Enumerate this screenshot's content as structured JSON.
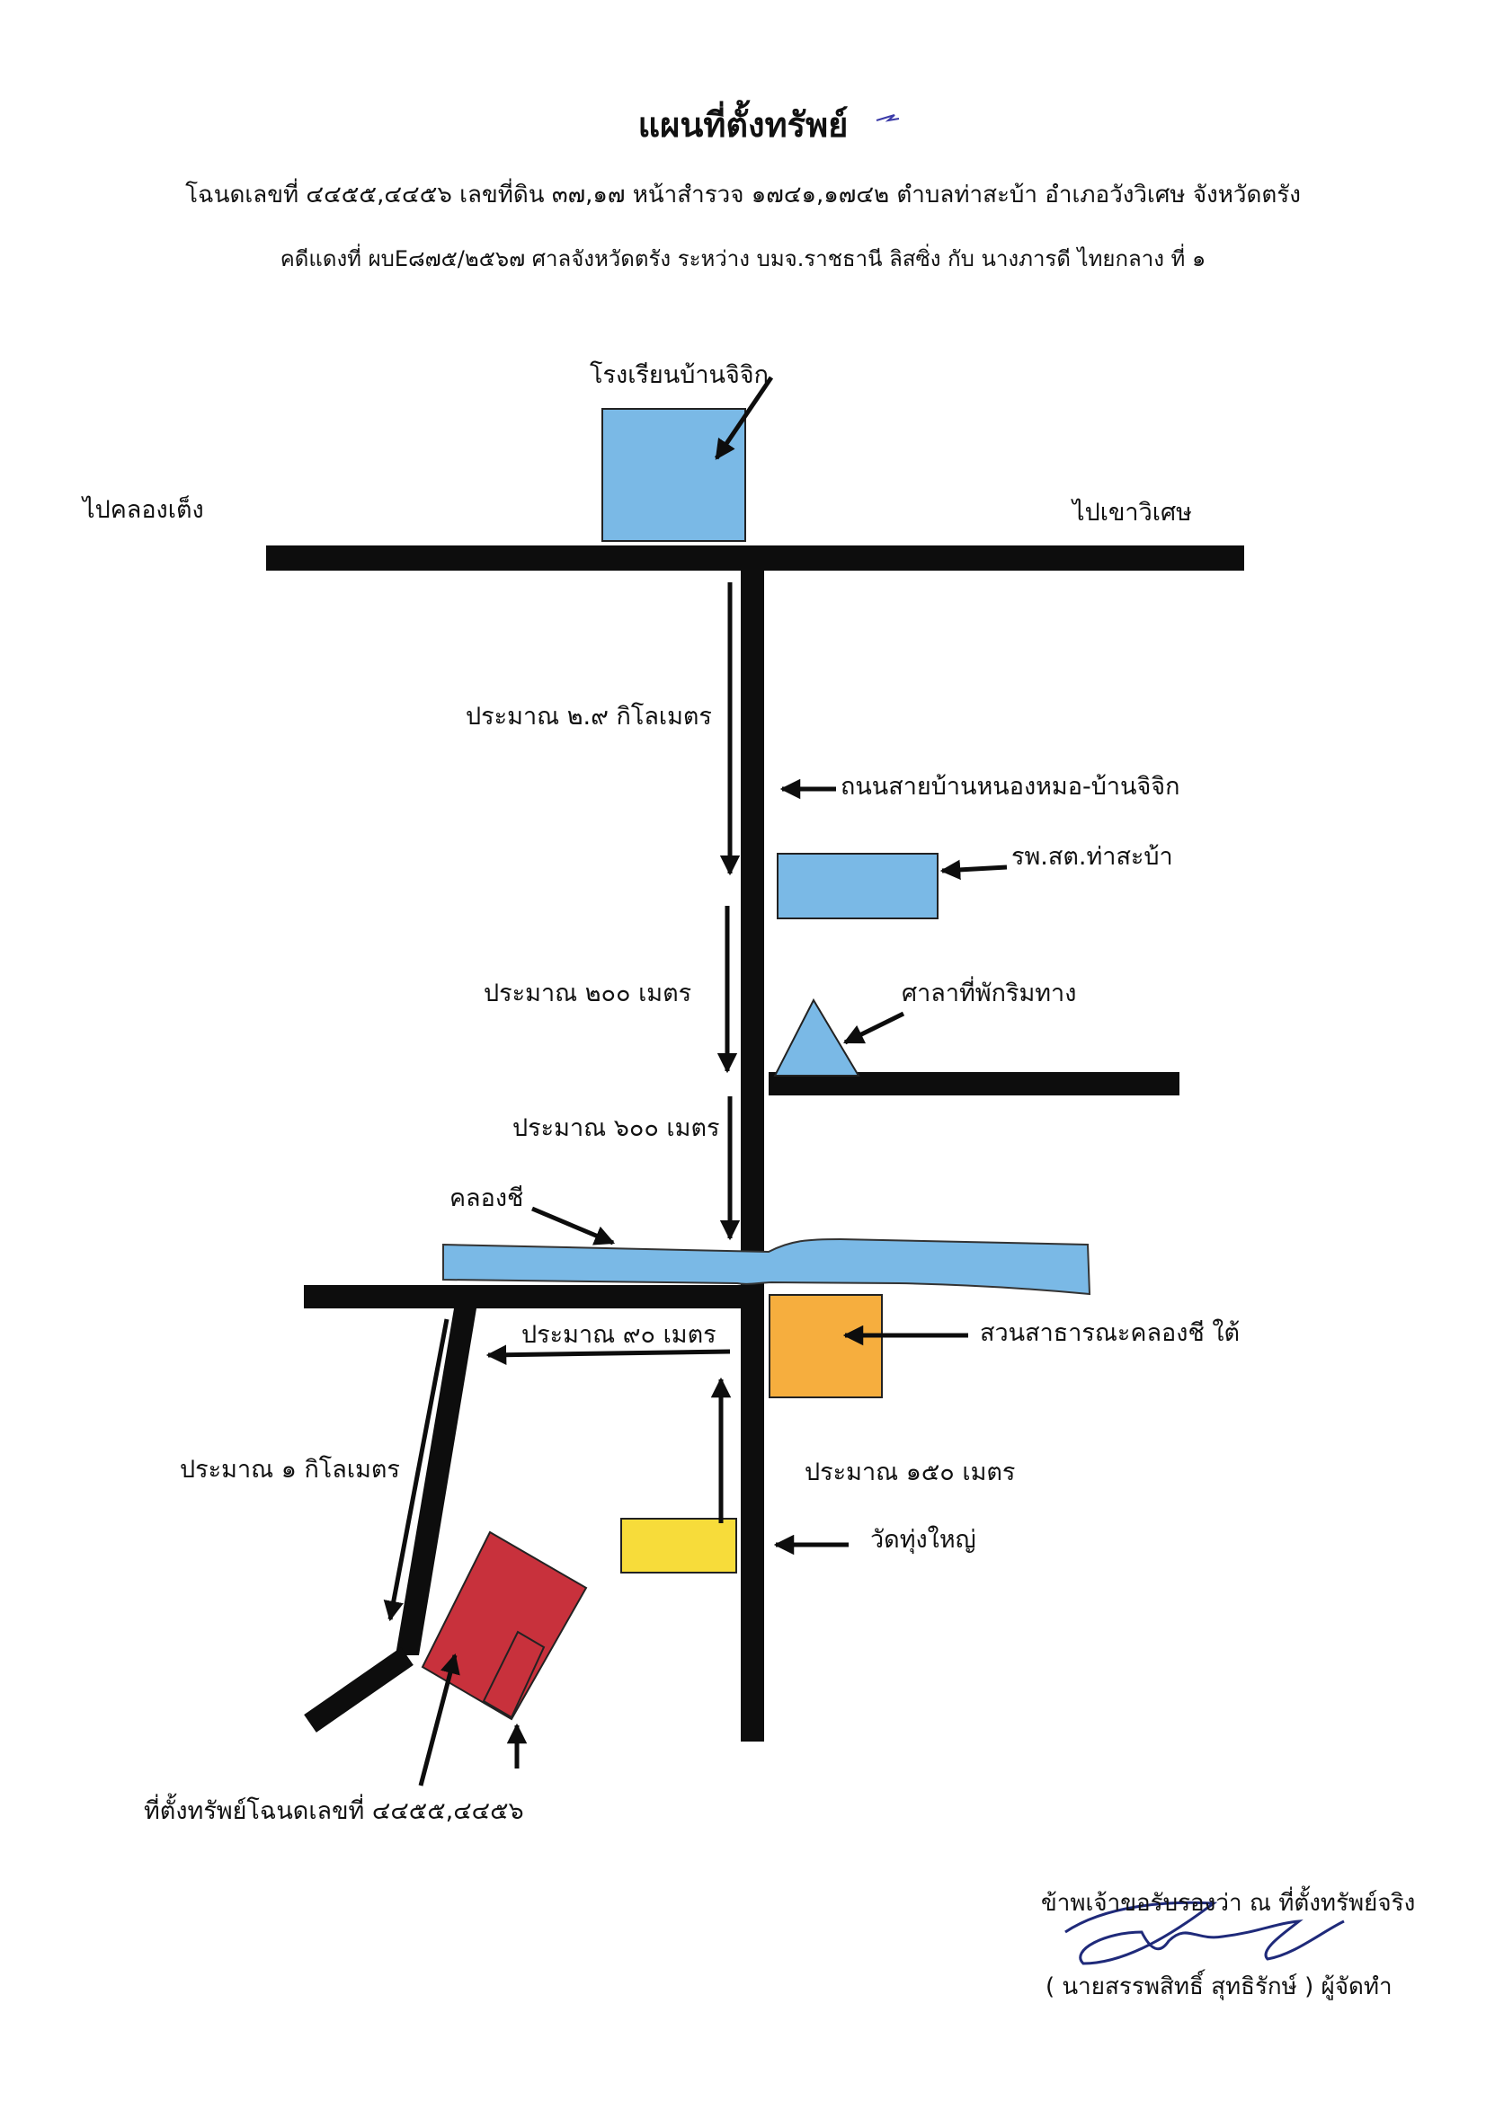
{
  "header": {
    "title": "แผนที่ตั้งทรัพย์",
    "line1": "โฉนดเลขที่  ๔๔๕๕,๔๔๕๖ เลขที่ดิน ๓๗,๑๗ หน้าสำรวจ ๑๗๔๑,๑๗๔๒ ตำบลท่าสะบ้า  อำเภอวังวิเศษ  จังหวัดตรัง",
    "line2": "คดีแดงที่ ผบE๘๗๕/๒๕๖๗ ศาลจังหวัดตรัง ระหว่าง บมจ.ราชธานี ลิสซิ่ง กับ นางภารดี  ไทยกลาง ที่ ๑"
  },
  "map": {
    "school": "โรงเรียนบ้านจิจิก",
    "to_west": "ไปคลองเต็ง",
    "to_east": "ไปเขาวิเศษ",
    "dist_2_9km": "ประมาณ ๒.๙ กิโลเมตร",
    "road_name": "ถนนสายบ้านหนองหมอ-บ้านจิจิก",
    "hospital": "รพ.สต.ท่าสะบ้า",
    "dist_200m": "ประมาณ ๒๐๐ เมตร",
    "sala": "ศาลาที่พักริมทาง",
    "dist_600m": "ประมาณ ๖๐๐ เมตร",
    "canal": "คลองชี",
    "park": "สวนสาธารณะคลองชี ใต้",
    "dist_90m": "ประมาณ ๙๐ เมตร",
    "dist_1km": "ประมาณ ๑ กิโลเมตร",
    "dist_150m": "ประมาณ ๑๕๐ เมตร",
    "temple": "วัดทุ่งใหญ่",
    "property": "ที่ตั้งทรัพย์โฉนดเลขที่ ๔๔๕๕,๔๔๕๖"
  },
  "signature": {
    "certify": "ข้าพเจ้าขอรับรองว่า ณ ที่ตั้งทรัพย์จริง",
    "name": "( นายสรรพสิทธิ์ สุทธิรักษ์ ) ผู้จัดทำ"
  },
  "colors": {
    "building_blue": "#7ab9e6",
    "water_blue": "#7ab9e6",
    "park_orange": "#f6ae3e",
    "temple_yellow": "#f7dc3a",
    "property_red": "#c8313c",
    "road_black": "#0d0d0d",
    "signature_ink": "#1f2a7a"
  }
}
